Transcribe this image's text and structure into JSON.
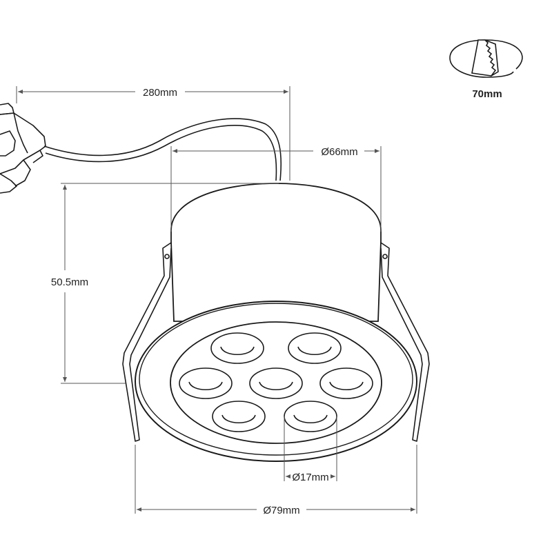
{
  "dimensions": {
    "cable_length": "280mm",
    "body_diameter": "Ø66mm",
    "height": "50.5mm",
    "lens_diameter": "Ø17mm",
    "outer_diameter": "Ø79mm"
  },
  "cutout": {
    "label": "70mm",
    "icon": "saw-cutout-icon"
  },
  "colors": {
    "line": "#1a1a1a",
    "dim_line": "#555555"
  }
}
